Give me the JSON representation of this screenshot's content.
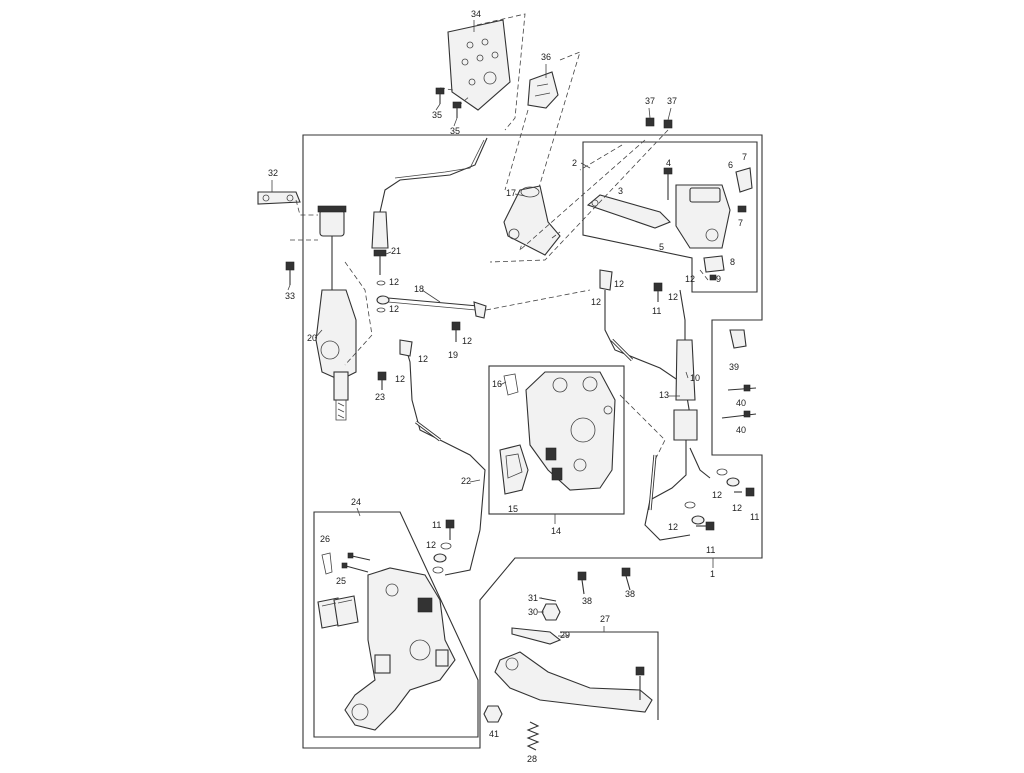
{
  "diagram": {
    "callouts": {
      "c1": "1",
      "c2": "2",
      "c3": "3",
      "c4": "4",
      "c5": "5",
      "c6": "6",
      "c7": "7",
      "c7b": "7",
      "c8": "8",
      "c9": "9",
      "c10": "10",
      "c11a": "11",
      "c11b": "11",
      "c11c": "11",
      "c11d": "11",
      "c12a": "12",
      "c12b": "12",
      "c12c": "12",
      "c12d": "12",
      "c12e": "12",
      "c12f": "12",
      "c12g": "12",
      "c12h": "12",
      "c12i": "12",
      "c12j": "12",
      "c12k": "12",
      "c12l": "12",
      "c12m": "12",
      "c13": "13",
      "c14": "14",
      "c15": "15",
      "c16": "16",
      "c17": "17",
      "c18": "18",
      "c19": "19",
      "c20": "20",
      "c21": "21",
      "c22": "22",
      "c23": "23",
      "c24": "24",
      "c25": "25",
      "c26": "26",
      "c27": "27",
      "c28": "28",
      "c29": "29",
      "c30": "30",
      "c31": "31",
      "c32": "32",
      "c33": "33",
      "c34": "34",
      "c35a": "35",
      "c35b": "35",
      "c36": "36",
      "c37a": "37",
      "c37b": "37",
      "c38a": "38",
      "c38b": "38",
      "c39": "39",
      "c40a": "40",
      "c40b": "40",
      "c41": "41"
    }
  }
}
